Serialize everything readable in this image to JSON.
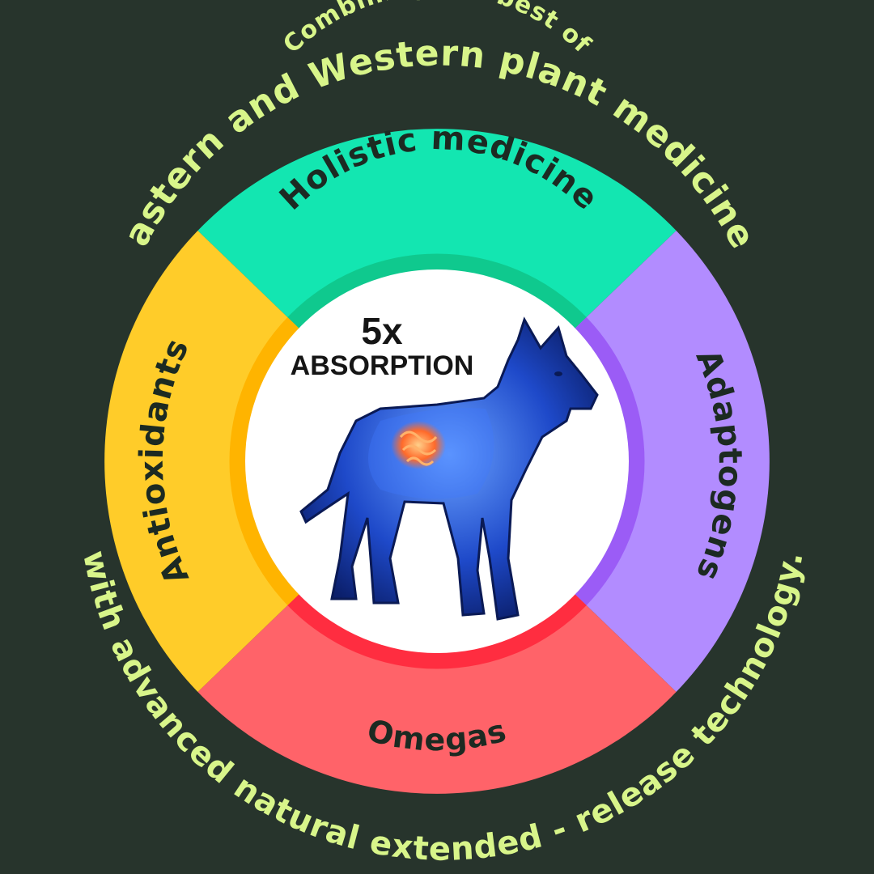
{
  "top_tagline": {
    "line1": "Combining the best of",
    "line2": "Eastern and Western plant medicines"
  },
  "bottom_tagline": "with advanced natural extended - release technology.",
  "segments": {
    "top": {
      "label": "Holistic medicine",
      "outer_color": "#13e6b1",
      "inner_color": "#0fc98e"
    },
    "right": {
      "label": "Adaptogens",
      "outer_color": "#b28cff",
      "inner_color": "#9b5cf6"
    },
    "bottom": {
      "label": "Omegas",
      "outer_color": "#ff6369",
      "inner_color": "#ff2d40"
    },
    "left": {
      "label": "Antioxidants",
      "outer_color": "#ffcc29",
      "inner_color": "#ffb400"
    }
  },
  "center": {
    "headline_value": "5x",
    "headline_label": "ABSORPTION",
    "image": "dog-xray-illustration"
  },
  "colors": {
    "background": "#27342c",
    "tagline_text": "#d8f58a",
    "segment_text": "#1c2a22",
    "center_bg": "#ffffff"
  }
}
